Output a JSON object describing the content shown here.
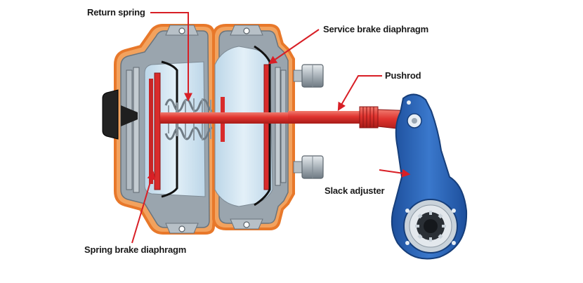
{
  "labels": {
    "return_spring": "Return spring",
    "service_brake_diaphragm": "Service brake diaphragm",
    "pushrod": "Pushrod",
    "slack_adjuster": "Slack adjuster",
    "spring_brake_diaphragm": "Spring brake diaphragm"
  },
  "colors": {
    "housing_orange": "#e8782a",
    "housing_gray": "#8f9aa3",
    "chamber_blue": "#cfe3f0",
    "diaphragm_red": "#d92b2b",
    "pushrod_red": "#e0342f",
    "slack_adjuster_blue": "#2b63b8",
    "leader_red": "#d81f26",
    "label_text": "#1a1a1a"
  }
}
